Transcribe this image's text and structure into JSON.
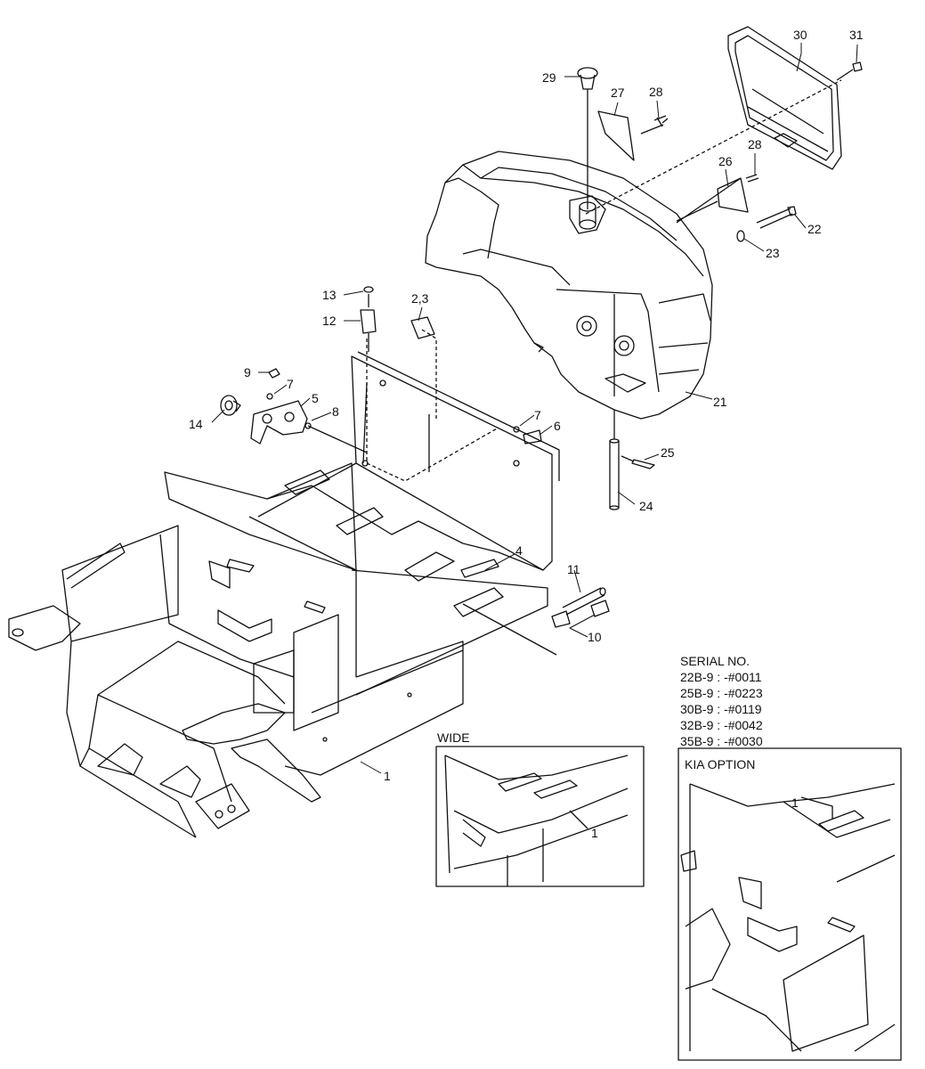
{
  "callouts": {
    "c29": "29",
    "c27": "27",
    "c28a": "28",
    "c30": "30",
    "c31": "31",
    "c28b": "28",
    "c26": "26",
    "c22": "22",
    "c23": "23",
    "c21": "21",
    "c13": "13",
    "c12": "12",
    "c23b": "2,3",
    "c9": "9",
    "c7a": "7",
    "c5": "5",
    "c8": "8",
    "c14": "14",
    "c7b": "7",
    "c6": "6",
    "c25": "25",
    "c24": "24",
    "c4": "4",
    "c11": "11",
    "c10": "10",
    "c1": "1",
    "c1wide": "1",
    "c1kia": "1"
  },
  "serial": {
    "title": "SERIAL NO.",
    "rows": [
      "22B-9 : -#0011",
      "25B-9 : -#0223",
      "30B-9 : -#0119",
      "32B-9 : -#0042",
      "35B-9 : -#0030"
    ]
  },
  "insets": {
    "wide_label": "WIDE",
    "kia_label": "KIA OPTION"
  }
}
